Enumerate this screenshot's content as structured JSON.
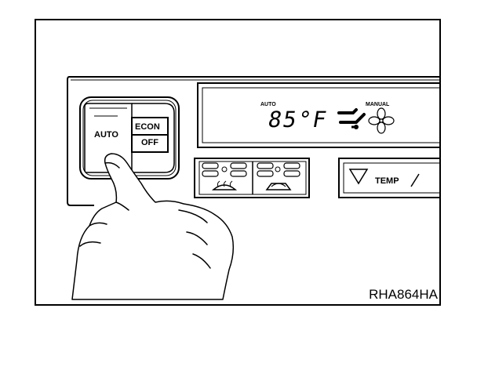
{
  "figure": {
    "id": "RHA864HA"
  },
  "panel": {
    "auto_button": "AUTO",
    "econ_button": "ECON",
    "off_button": "OFF",
    "display": {
      "mode_auto": "AUTO",
      "temperature": "85°F",
      "mode_manual": "MANUAL"
    },
    "temp_button": "TEMP"
  },
  "icons": [
    "finger-pressing-hand",
    "fan-icon",
    "air-flow-icon",
    "defrost-icon",
    "recirculation-car-icon",
    "temp-down-triangle-icon"
  ]
}
